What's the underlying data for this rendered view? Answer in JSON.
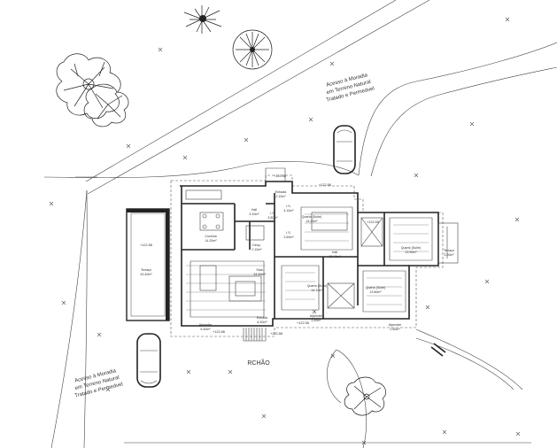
{
  "drawing": {
    "terrain_label_top": [
      "Acesso à Moradia",
      "em Terreno Natural",
      "Tratado e Permeável"
    ],
    "terrain_label_bottom": [
      "Acesso à Moradia",
      "em Terreno Natural",
      "Tratado e Permeável"
    ],
    "floor_label": "RCHÃO",
    "level_marks": [
      "+122.88",
      "+122.88",
      "+122.88",
      "+122.65",
      "+122.88",
      "+122.88",
      "+122.58"
    ],
    "rooms": {
      "terrace_west": [
        "Terraço",
        "43.40m²"
      ],
      "kitchen": [
        "Cozinha",
        "14.20m²"
      ],
      "lobby": [
        "Hall",
        "4.10m²"
      ],
      "wc_small": [
        "I.S.",
        "3.80m²"
      ],
      "pantry": [
        "Desp.",
        "2.10m²"
      ],
      "living": [
        "Sala",
        "34.90m²"
      ],
      "bedroom_1": [
        "Quarto (Suite)",
        "14.20m²"
      ],
      "wc_1": [
        "I.S.",
        "4.10m²"
      ],
      "bath_1": [
        "I.S.",
        "3.50m²"
      ],
      "bedroom_2": [
        "Quarto (Suite)",
        "13.90m²"
      ],
      "bedroom_3": [
        "Quarto (Suite)",
        "14.10m²"
      ],
      "hall_central": [
        "Hall",
        "12.40m²"
      ],
      "bedroom_4": [
        "Quarto (Suite)",
        "13.80m²"
      ],
      "terrace_east": [
        "Terraço",
        "3.20m²"
      ],
      "entrance": [
        "Entrada",
        "2.10m²"
      ],
      "hall_entrance": [
        "Entrada",
        "6.30m²"
      ],
      "porch_left": [
        "Alpendre",
        "5.40m²"
      ],
      "porch_mid": [
        "Alpendre",
        "3.40m²"
      ],
      "porch_right": [
        "Alpendre",
        "2.60m²"
      ]
    }
  }
}
